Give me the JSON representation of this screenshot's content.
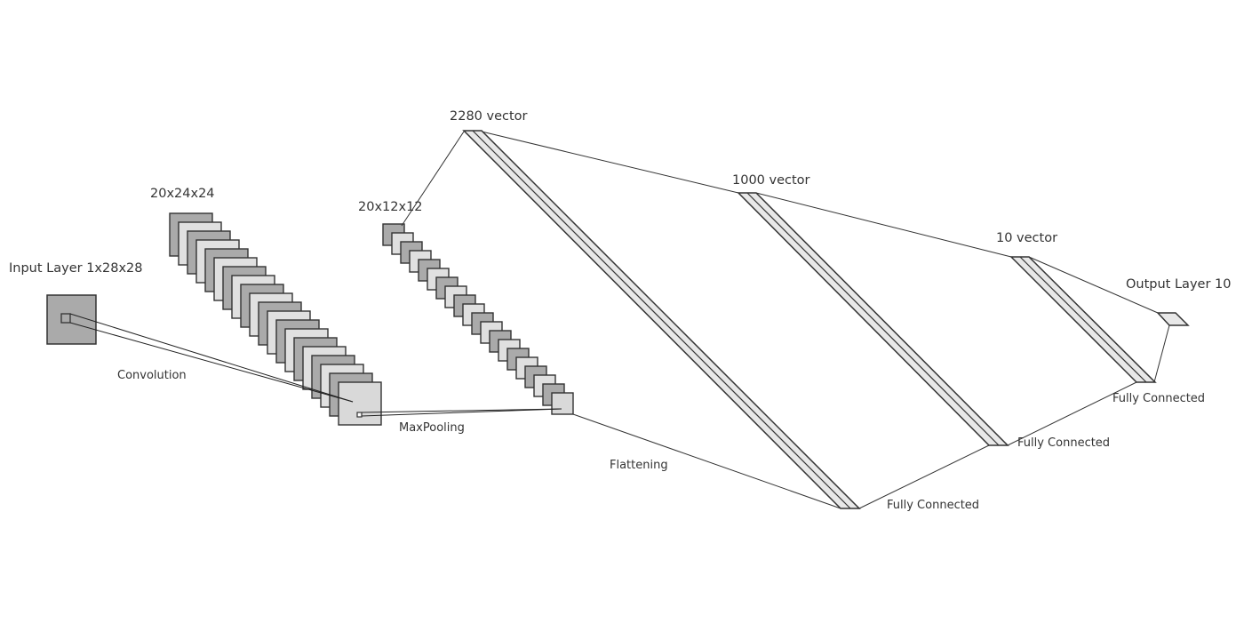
{
  "labels": {
    "input": "Input Layer 1x28x28",
    "conv_shape": "20x24x24",
    "pool_shape": "20x12x12",
    "flat_vec": "2280 vector",
    "fc1_vec": "1000 vector",
    "fc2_vec": "10 vector",
    "output": "Output Layer 10",
    "convolution": "Convolution",
    "maxpooling": "MaxPooling",
    "flattening": "Flattening",
    "fc_a": "Fully Connected",
    "fc_b": "Fully Connected",
    "fc_c": "Fully Connected"
  },
  "colors": {
    "dark_fill": "#aaaaaa",
    "light_fill": "#e0e0e0",
    "stroke": "#333333"
  },
  "layers": {
    "conv_maps": 20,
    "pool_maps": 20
  }
}
